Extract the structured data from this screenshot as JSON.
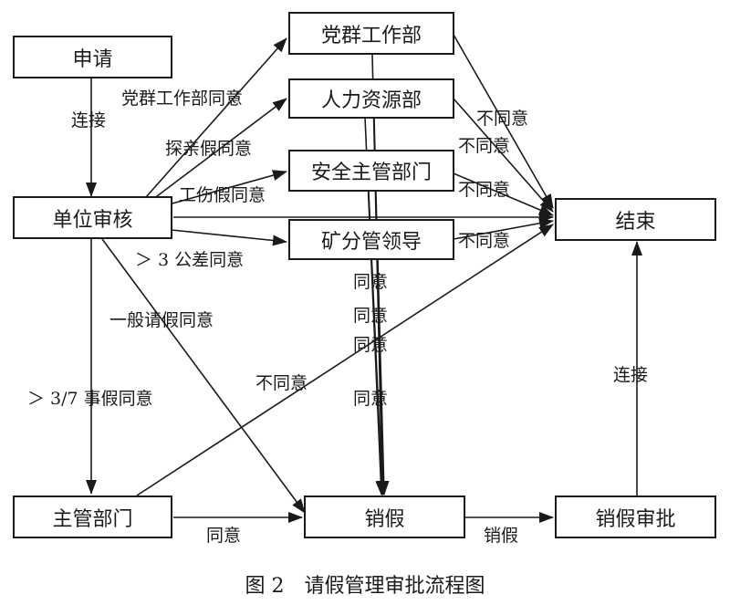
{
  "nodes": {
    "apply": "申请",
    "unit_review": "单位审核",
    "party_dept": "党群工作部",
    "hr_dept": "人力资源部",
    "safety_dept": "安全主管部门",
    "mine_leader": "矿分管领导",
    "end": "结束",
    "supervisor_dept": "主管部门",
    "cancel_leave": "销假",
    "cancel_approval": "销假审批"
  },
  "edge_labels": {
    "connect_1": "连接",
    "party_agree": "党群工作部同意",
    "family_agree": "探亲假同意",
    "injury_agree": "工伤假同意",
    "business_agree": "＞ 3 公差同意",
    "general_agree": "一般请假同意",
    "personal_agree": "＞ 3/7 事假同意",
    "disagree_1": "不同意",
    "disagree_2": "不同意",
    "disagree_3": "不同意",
    "disagree_4": "不同意",
    "disagree_5": "不同意",
    "agree_1": "同意",
    "agree_2": "同意",
    "agree_3": "同意",
    "agree_4": "同意",
    "agree_5": "同意",
    "cancel": "销假",
    "connect_2": "连接"
  },
  "caption": "图 2　请假管理审批流程图"
}
